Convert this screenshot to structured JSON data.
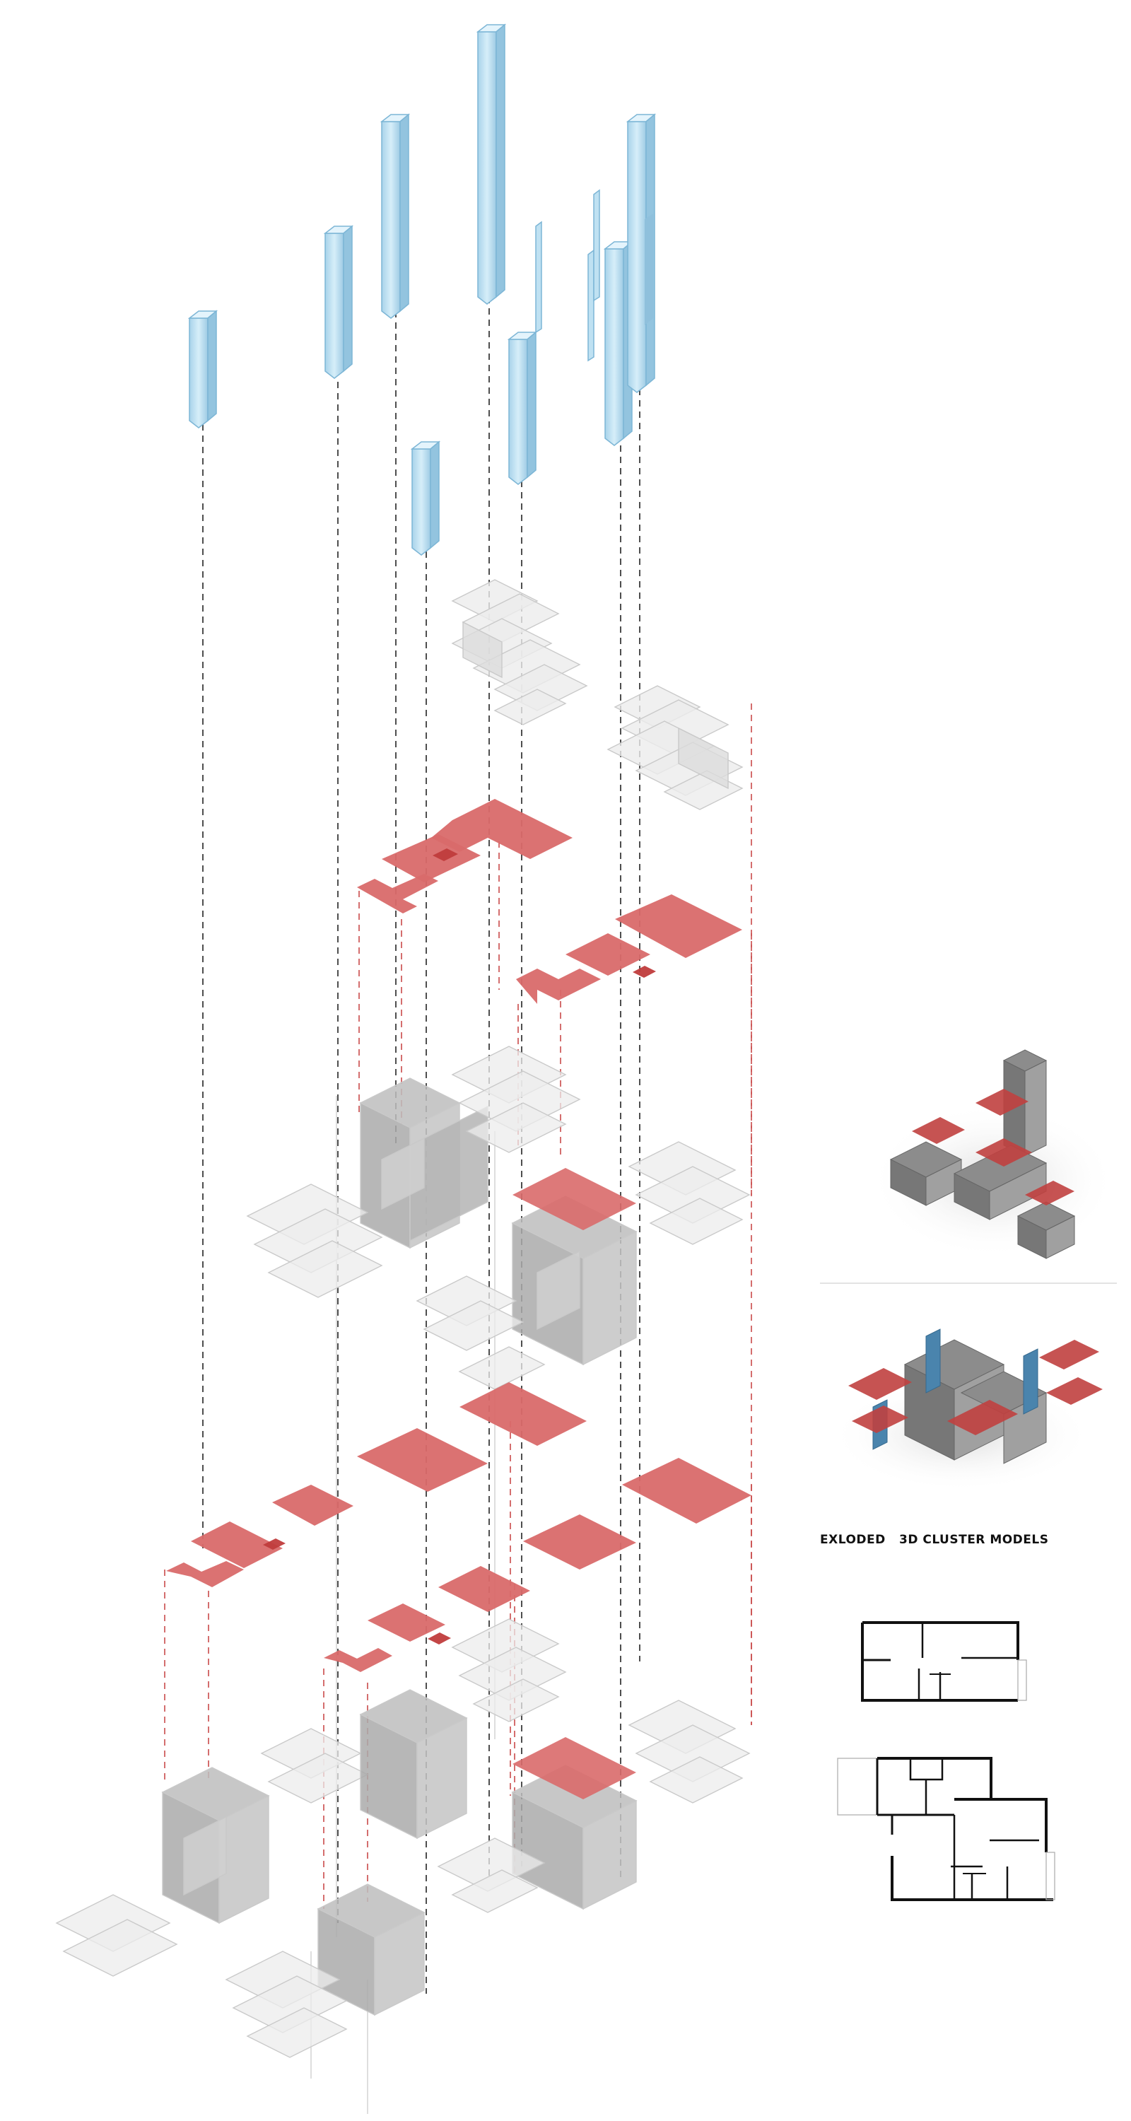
{
  "caption": "EXLODED   3D CLUSTER MODELS",
  "colors": {
    "tower_fill": "#bfe1f2",
    "tower_edge": "#7db6d6",
    "floor_plate": "#d96a6a",
    "floor_plate_dark": "#c03c3c",
    "module_grey": "#bcbcbc",
    "module_light": "#e6e6e6",
    "guide_dark": "#222222",
    "guide_red": "#c94a4a",
    "plan_line": "#111111",
    "thumb_blue": "#4a84ad"
  },
  "icons": [
    "floor-plan-small",
    "floor-plan-large",
    "cluster-model-thumbnail-top",
    "cluster-model-thumbnail-bottom"
  ]
}
